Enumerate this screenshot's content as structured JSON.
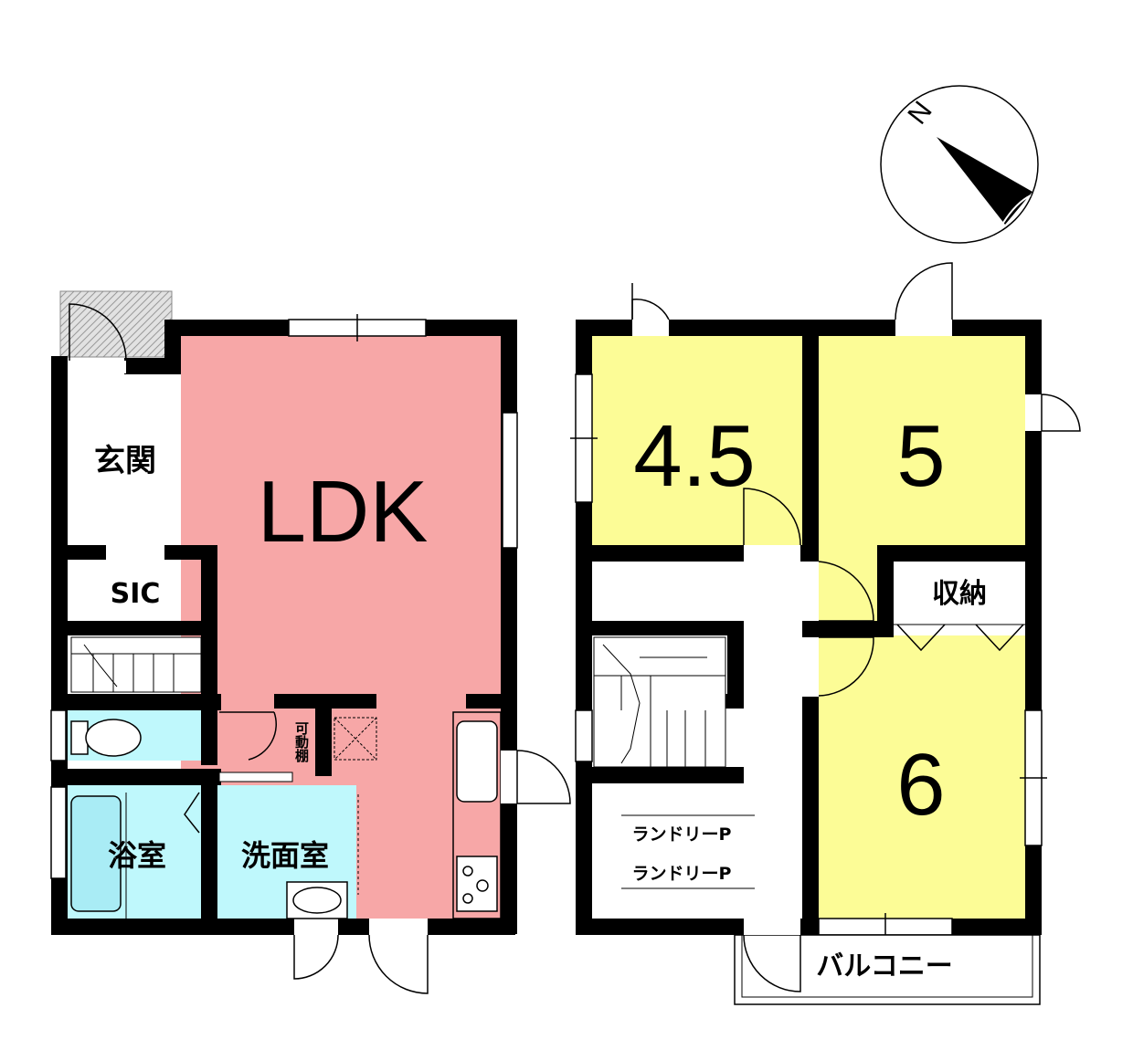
{
  "compass": {
    "north_label": "N"
  },
  "floor1": {
    "rooms": {
      "entrance": "玄関",
      "sic": "SIC",
      "ldk": "LDK",
      "shelf": "可動棚",
      "bath": "浴室",
      "washroom": "洗面室"
    }
  },
  "floor2": {
    "rooms": {
      "room_a": "4.5",
      "room_b": "5",
      "room_c": "6",
      "storage": "収納",
      "laundry_1": "ランドリーP",
      "laundry_2": "ランドリーP",
      "balcony": "バルコニー"
    }
  },
  "colors": {
    "ldk": "#f7a7a7",
    "bedroom": "#fcfc96",
    "wet_area": "#bff8fc",
    "entrance": "#ffffff",
    "wall": "#000000"
  }
}
